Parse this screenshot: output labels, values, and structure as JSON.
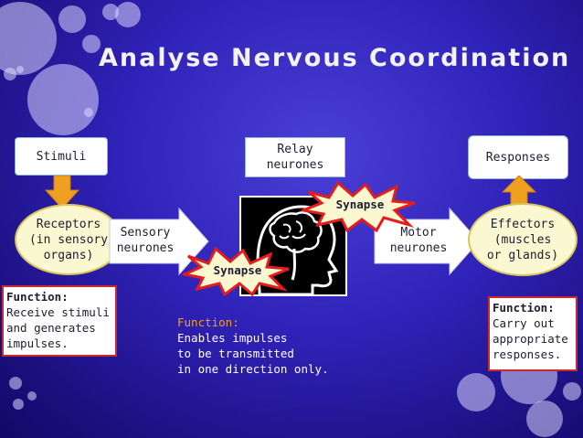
{
  "title": "Analyse Nervous Coordination",
  "stimuli": "Stimuli",
  "relay_line1": "Relay",
  "relay_line2": "neurones",
  "responses": "Responses",
  "receptors": {
    "line1": "Receptors",
    "line2": "(in sensory",
    "line3": "organs)"
  },
  "sensory": {
    "line1": "Sensory",
    "line2": "neurones"
  },
  "synapse_left": "Synapse",
  "synapse_right": "Synapse",
  "motor": {
    "line1": "Motor",
    "line2": "neurones"
  },
  "effectors": {
    "line1": "Effectors",
    "line2": "(muscles",
    "line3": "or glands)"
  },
  "function_left": {
    "heading": "Function:",
    "line1": "Receive stimuli",
    "line2": "and generates",
    "line3": "impulses."
  },
  "function_middle": {
    "heading": "Function:",
    "line1": "Enables impulses",
    "line2": "to be transmitted",
    "line3": "in one direction only."
  },
  "function_right": {
    "heading": "Function:",
    "line1": "Carry out",
    "line2": "appropriate",
    "line3": "responses."
  },
  "colors": {
    "arrow_orange": "#f0a020",
    "synapse_red": "#e41c1c",
    "synapse_fill": "#fbf7d0",
    "function_mid_heading": "#f0a020"
  },
  "icons": {
    "brain": "head-with-brain-icon"
  }
}
